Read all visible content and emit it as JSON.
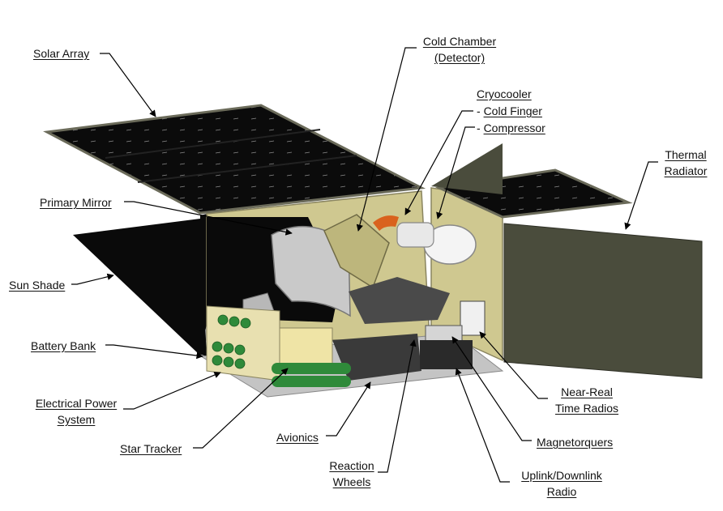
{
  "labels": {
    "solar_array": "Solar Array",
    "cold_chamber_1": "Cold Chamber",
    "cold_chamber_2": "(Detector)",
    "cryocooler": "Cryocooler",
    "cold_finger_prefix": "- ",
    "cold_finger": "Cold Finger",
    "compressor_prefix": "- ",
    "compressor": "Compressor",
    "thermal_radiator_1": "Thermal",
    "thermal_radiator_2": "Radiator",
    "primary_mirror": "Primary Mirror",
    "sun_shade": "Sun Shade",
    "battery_bank": "Battery Bank",
    "eps_1": "Electrical Power",
    "eps_2": "System",
    "star_tracker": "Star Tracker",
    "avionics": "Avionics",
    "reaction_wheels_1": "Reaction",
    "reaction_wheels_2": "Wheels",
    "uplink_1": "Uplink/Downlink",
    "uplink_2": "Radio",
    "magnetorquers": "Magnetorquers",
    "nrt_radios_1": "Near-Real",
    "nrt_radios_2": "Time Radios"
  },
  "colors": {
    "solar_panel": "#0b0b0b",
    "solar_frame": "#6b6b5a",
    "panel_beige": "#cfc890",
    "radiator": "#4a4c3c",
    "mirror": "#c9c9c9",
    "cryo_orange": "#d9621e",
    "battery_green": "#2f8a3a",
    "baseplate": "#c4c4c4",
    "avionics_box": "#3a3a3a"
  }
}
